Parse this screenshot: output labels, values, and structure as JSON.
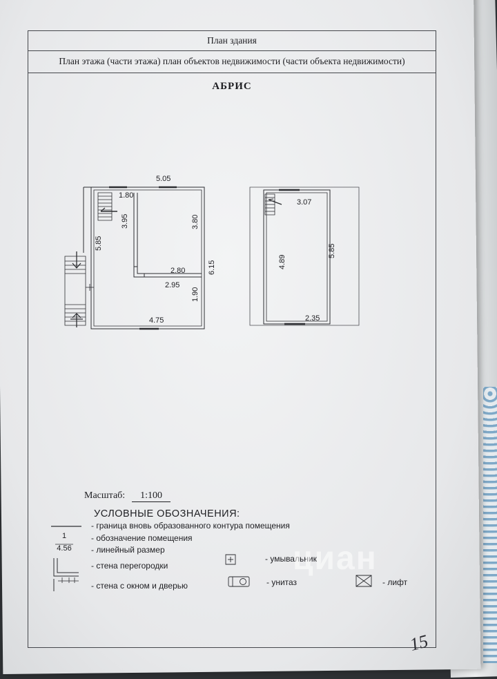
{
  "header": {
    "title": "План здания",
    "subtitle": "План этажа (части этажа) план объектов недвижимости (части объекта недвижимости)"
  },
  "abris_title": "АБРИС",
  "plan1": {
    "dims": {
      "top": "5.05",
      "stair_width": "1.80",
      "room_left_height": "3.95",
      "room_right_height": "3.80",
      "left_height": "5.85",
      "total_height": "6.15",
      "inner_width": "2.80",
      "lower_width": "2.95",
      "lower_height": "1.90",
      "bottom": "4.75"
    }
  },
  "plan2": {
    "dims": {
      "top": "3.07",
      "left_height": "4.89",
      "right_height": "5.85",
      "bottom": "2.35"
    }
  },
  "scale": {
    "label": "Масштаб:",
    "value": "1:100"
  },
  "legend": {
    "title": "УСЛОВНЫЕ ОБОЗНАЧЕНИЯ:",
    "boundary": "- граница вновь образованного контура помещения",
    "room_label": "- обозначение помещения",
    "room_num_top": "1",
    "room_num_bottom": "4.56",
    "linear_size": "- линейный размер",
    "partition_wall": "- стена перегородки",
    "wall_window_door": "- стена с окном и дверью",
    "sink": "- умывальник",
    "toilet": "- унитаз",
    "elevator": "- лифт"
  },
  "watermark": "циан",
  "page_number": "15"
}
